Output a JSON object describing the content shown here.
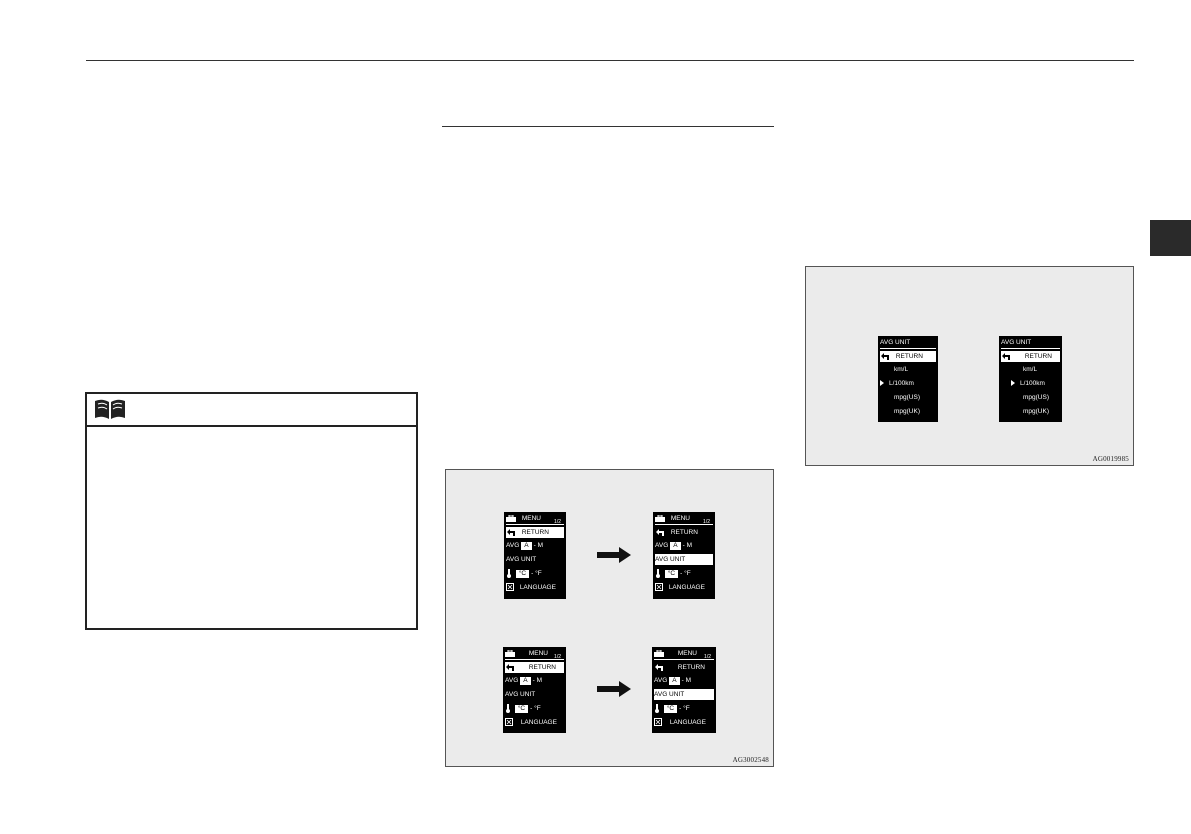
{
  "figures": {
    "menu_figure": {
      "id": "AG3002548",
      "menu": {
        "title": "MENU",
        "page": "1/2",
        "return": "RETURN",
        "avg": "AVG",
        "avg_a": "A",
        "avg_dash": "-",
        "avg_m": "M",
        "avg_unit": "AVG UNIT",
        "temp_c": "°C",
        "temp_dash": "-",
        "temp_f": "°F",
        "language": "LANGUAGE"
      }
    },
    "avg_unit_figure": {
      "id": "AG0019985",
      "title": "AVG UNIT",
      "return": "RETURN",
      "options": [
        "km/L",
        "L/100km",
        "mpg(US)",
        "mpg(UK)"
      ],
      "selected_option": "L/100km"
    }
  }
}
